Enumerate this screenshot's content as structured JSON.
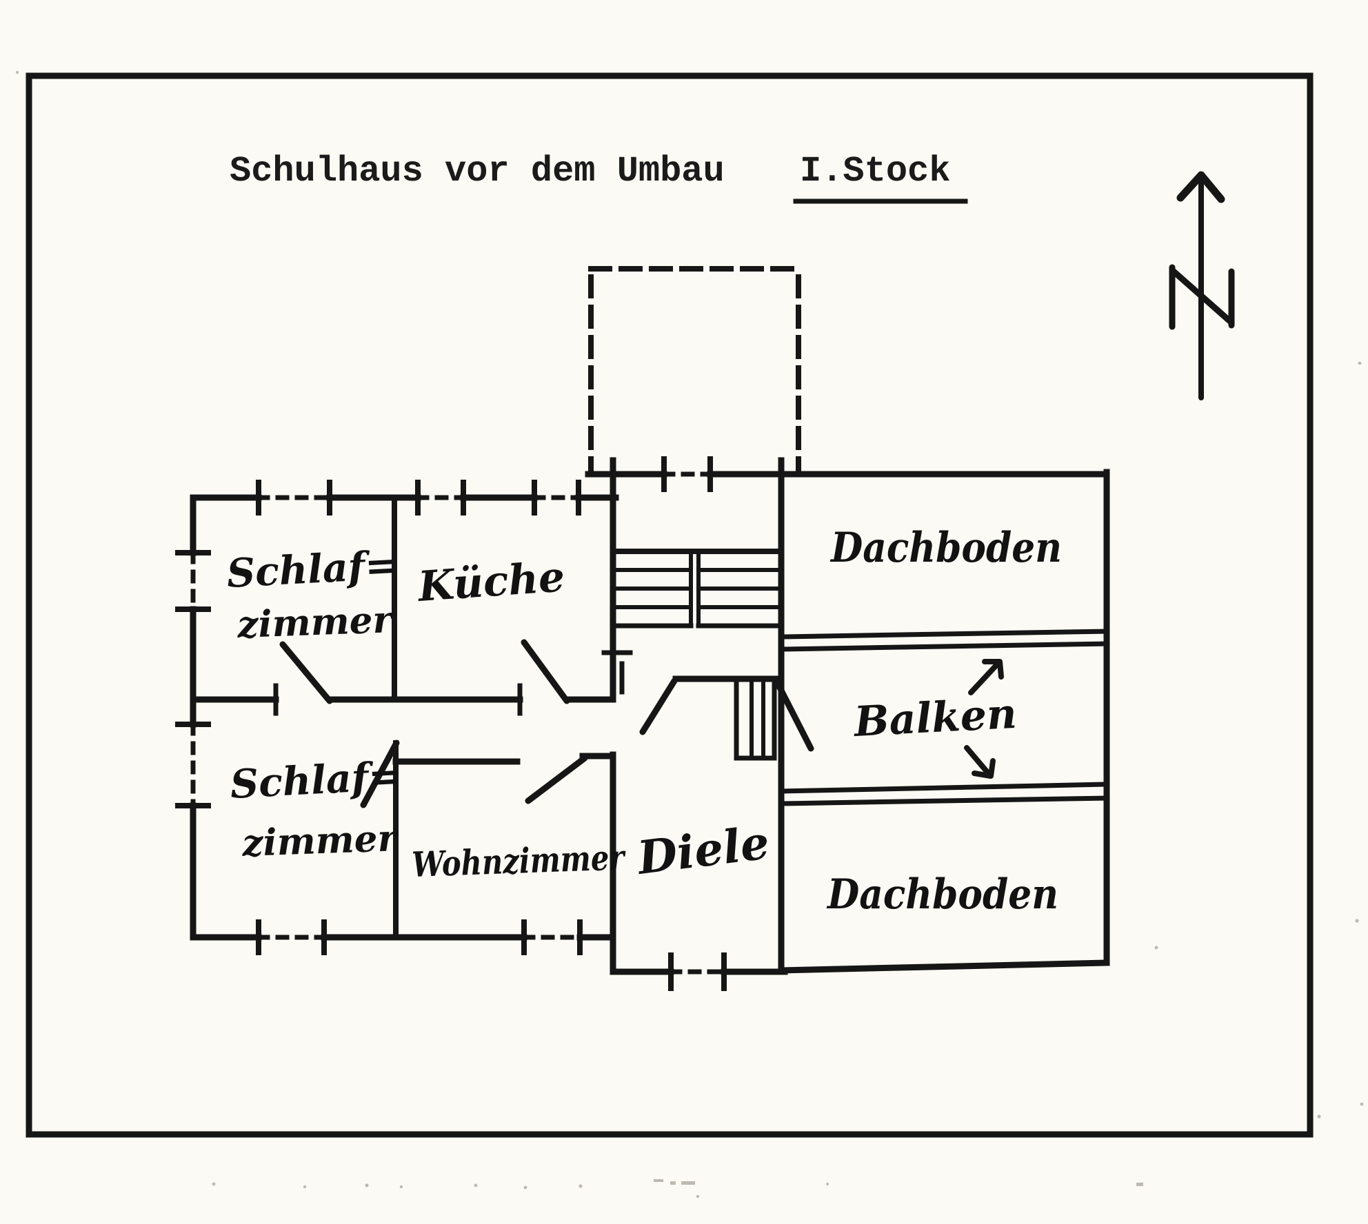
{
  "document": {
    "title": "Schulhaus vor dem Umbau",
    "floor_label": "I.Stock",
    "ink_color": "#161616",
    "paper_color": "#fbfaf4"
  },
  "compass": {
    "letter": "N",
    "meaning": "north-direction-arrow"
  },
  "rooms": {
    "schlafzimmer_top": {
      "line1": "Schlaf=",
      "line2": "zimmer"
    },
    "kueche": {
      "label": "Küche"
    },
    "schlafzimmer_bottom": {
      "line1": "Schlaf=",
      "line2": "zimmer"
    },
    "wohnzimmer": {
      "label": "Wohnzimmer"
    },
    "diele": {
      "label": "Diele"
    },
    "dachboden_top": {
      "label": "Dachboden"
    },
    "balken": {
      "label": "Balken"
    },
    "dachboden_bottom": {
      "label": "Dachboden"
    }
  }
}
